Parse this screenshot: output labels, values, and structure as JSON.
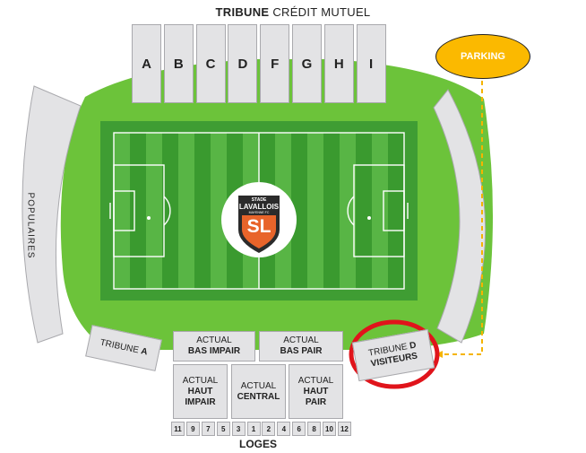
{
  "header": {
    "tribune_bold": "TRIBUNE",
    "tribune_rest": " CRÉDIT MUTUEL"
  },
  "top_blocks": [
    "A",
    "B",
    "C",
    "D",
    "F",
    "G",
    "H",
    "I"
  ],
  "populaires": "POPULAIRES",
  "parking": "PARKING",
  "tribune_a": {
    "line": "TRIBUNE",
    "bold": "A"
  },
  "tribune_d": {
    "line1": "TRIBUNE",
    "line1_bold": "D",
    "line2": "VISITEURS"
  },
  "bas_impair": {
    "line1": "ACTUAL",
    "line2": "BAS IMPAIR"
  },
  "bas_pair": {
    "line1": "ACTUAL",
    "line2": "BAS PAIR"
  },
  "haut_impair": {
    "line1": "ACTUAL",
    "line2": "HAUT",
    "line3": "IMPAIR"
  },
  "central": {
    "line1": "ACTUAL",
    "line2": "CENTRAL"
  },
  "haut_pair": {
    "line1": "ACTUAL",
    "line2": "HAUT",
    "line3": "PAIR"
  },
  "loges": {
    "label": "LOGES",
    "numbers": [
      "11",
      "9",
      "7",
      "5",
      "3",
      "1",
      "2",
      "4",
      "6",
      "8",
      "10",
      "12"
    ]
  },
  "logo": {
    "line1": "STADE",
    "line2": "LAVALLOIS",
    "line3": "MAYENNE FC",
    "mark": "SL"
  },
  "colors": {
    "grass_outer": "#6cc33a",
    "pitch_dark": "#3a9a2f",
    "pitch_light": "#58b545",
    "stand": "#e3e3e5",
    "parking": "#fbb900",
    "highlight": "#e0141b",
    "path": "#f5b400"
  }
}
